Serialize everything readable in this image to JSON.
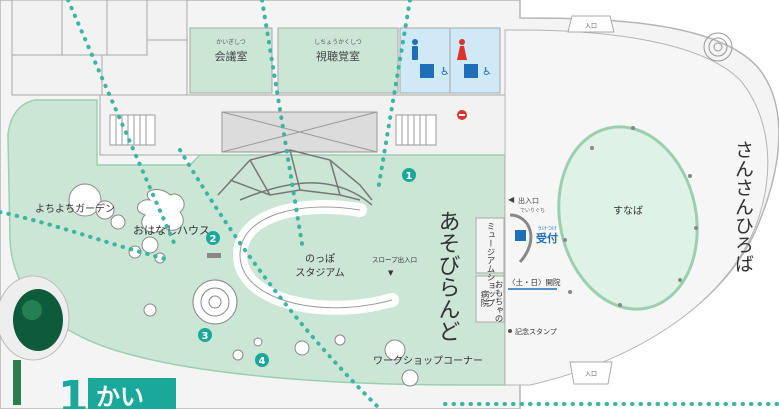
{
  "floor": {
    "number": "1",
    "label": "かい"
  },
  "rooms": {
    "meeting_room": {
      "furigana": "かいぎしつ",
      "name": "会議室"
    },
    "av_room": {
      "furigana": "しちょうかくしつ",
      "name": "視聴覚室"
    }
  },
  "areas": {
    "asobiland": "あそびらんど",
    "sansan_hiroba": "さんさんひろば",
    "sunaba": "すなば",
    "yochiyochi_garden": "よちよちガーデン",
    "ohanashi_house": "おはなしハウス",
    "noppo_stadium_line1": "のっぽ",
    "noppo_stadium_line2": "スタジアム",
    "slope_entrance": "スロープ出入口",
    "museum_shop": "ミュージアムショップ",
    "toy_hospital_1": "おもちゃの",
    "toy_hospital_2": "病院",
    "workshop_corner": "ワークショップコーナー"
  },
  "labels": {
    "entrance_top": "入口",
    "entrance_bottom": "入口",
    "exit_entrance_main": "出入口",
    "exit_entrance_sub": "でいりぐち",
    "reception_furigana": "うけつけ",
    "reception": "受付",
    "open_days": "〈土・日〉開院",
    "stamp": "記念スタンプ"
  },
  "markers": [
    "1",
    "2",
    "3",
    "4"
  ],
  "colors": {
    "floor_green": "#cce6d6",
    "area_border": "#9ccfb0",
    "sunaba_fill": "#dff2e6",
    "wall_gray": "#efefef",
    "line_gray": "#a8a8a8",
    "restroom_blue": "#cfe9f6",
    "marker_teal": "#1aa89a",
    "dotted_path": "#3cb5a3",
    "badge_teal": "#1aa89a",
    "reception_blue": "#1e6fb8"
  }
}
